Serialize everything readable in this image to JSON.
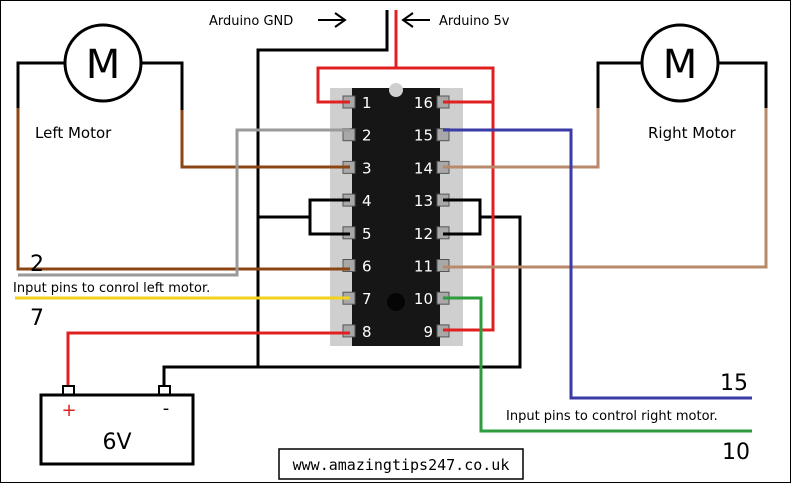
{
  "labels": {
    "arduino_gnd": "Arduino GND",
    "arduino_5v": "Arduino 5v",
    "left_motor": "Left Motor",
    "right_motor": "Right Motor",
    "motor_symbol": "M",
    "left_input_text": "Input pins to  conrol left motor.",
    "right_input_text": "Input pins to control right motor.",
    "left_num_top": "2",
    "left_num_bottom": "7",
    "right_num_top": "15",
    "right_num_bottom": "10",
    "battery_plus": "+",
    "battery_minus": "-",
    "battery_voltage": "6V",
    "website": "www.amazingtips247.co.uk"
  },
  "chip": {
    "left_pins": [
      "1",
      "2",
      "3",
      "4",
      "5",
      "6",
      "7",
      "8"
    ],
    "right_pins": [
      "16",
      "15",
      "14",
      "13",
      "12",
      "11",
      "10",
      "9"
    ]
  },
  "colors": {
    "red": "#e02020",
    "black": "#000000",
    "brown": "#8b4513",
    "tan": "#b8896a",
    "grey": "#9a9a9a",
    "yellow": "#f2d21a",
    "blue": "#3a3aa8",
    "green": "#2e9b3c",
    "chip_body": "#161616",
    "chip_pad": "#cfcfcf",
    "pin": "#a8a8a8"
  }
}
